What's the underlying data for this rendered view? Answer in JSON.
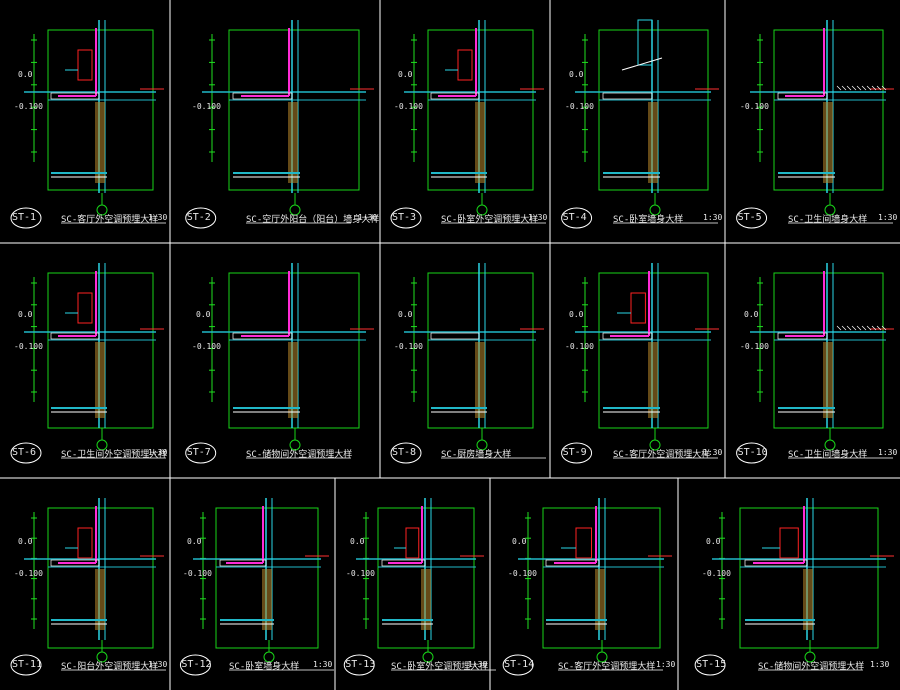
{
  "colors": {
    "background": "#000000",
    "frame": "#ffffff",
    "boundary": "#19d419",
    "dim": "#1fe01f",
    "wall": "#2ad6e6",
    "slab": "#21b8c8",
    "membrane": "#ff2bd6",
    "note": "#ffff33",
    "annot": "#ffffff",
    "axis": "#ff3030",
    "brick": "#b8862a",
    "redbox": "#ff2222"
  },
  "details": [
    {
      "tag": "ST-1",
      "caption": "SC-客厅外空调预埋大样",
      "scale": "1:30",
      "lvl_top": "0.0",
      "lvl_bot": "-0.100",
      "variant": "ac"
    },
    {
      "tag": "ST-2",
      "caption": "SC-空厅外阳台（阳台）墙身大样",
      "scale": "1:30",
      "lvl_top": "",
      "lvl_bot": "-0.100",
      "variant": "slab"
    },
    {
      "tag": "ST-3",
      "caption": "SC-卧室外空调预埋大样",
      "scale": "1:30",
      "lvl_top": "0.0",
      "lvl_bot": "-0.100",
      "variant": "ac"
    },
    {
      "tag": "ST-4",
      "caption": "SC-卧室墙身大样",
      "scale": "1:30",
      "lvl_top": "0.0",
      "lvl_bot": "-0.100",
      "variant": "window"
    },
    {
      "tag": "ST-5",
      "caption": "SC-卫生间墙身大样",
      "scale": "1:30",
      "lvl_top": "",
      "lvl_bot": "-0.100",
      "variant": "wet"
    },
    {
      "tag": "ST-6",
      "caption": "SC-卫生间外空调预埋大样",
      "scale": "1:30",
      "lvl_top": "0.0",
      "lvl_bot": "-0.100",
      "variant": "ac"
    },
    {
      "tag": "ST-7",
      "caption": "SC-储物间外空调预埋大样",
      "scale": "",
      "lvl_top": "0.0",
      "lvl_bot": "-0.100",
      "variant": "slab"
    },
    {
      "tag": "ST-8",
      "caption": "SC-厨房墙身大样",
      "scale": "",
      "lvl_top": "0.0",
      "lvl_bot": "-0.100",
      "variant": "plain"
    },
    {
      "tag": "ST-9",
      "caption": "SC-客厅外空调预埋大样",
      "scale": "1:30",
      "lvl_top": "0.0",
      "lvl_bot": "-0.100",
      "variant": "ac"
    },
    {
      "tag": "ST-10",
      "caption": "SC-卫生间墙身大样",
      "scale": "1:30",
      "lvl_top": "0.0",
      "lvl_bot": "-0.100",
      "variant": "wet"
    },
    {
      "tag": "ST-11",
      "caption": "SC-阳台外空调预埋大样",
      "scale": "1:30",
      "lvl_top": "0.0",
      "lvl_bot": "-0.100",
      "variant": "ac"
    },
    {
      "tag": "ST-12",
      "caption": "SC-卧室墙身大样",
      "scale": "1:30",
      "lvl_top": "0.0",
      "lvl_bot": "-0.100",
      "variant": "slab"
    },
    {
      "tag": "ST-13",
      "caption": "SC-卧室外空调预埋大样",
      "scale": "1:30",
      "lvl_top": "0.0",
      "lvl_bot": "-0.100",
      "variant": "ac"
    },
    {
      "tag": "ST-14",
      "caption": "SC-客厅外空调预埋大样",
      "scale": "1:30",
      "lvl_top": "0.0",
      "lvl_bot": "-0.100",
      "variant": "ac"
    },
    {
      "tag": "ST-15",
      "caption": "SC-储物间外空调预埋大样",
      "scale": "1:30",
      "lvl_top": "0.0",
      "lvl_bot": "-0.100",
      "variant": "ac"
    }
  ]
}
